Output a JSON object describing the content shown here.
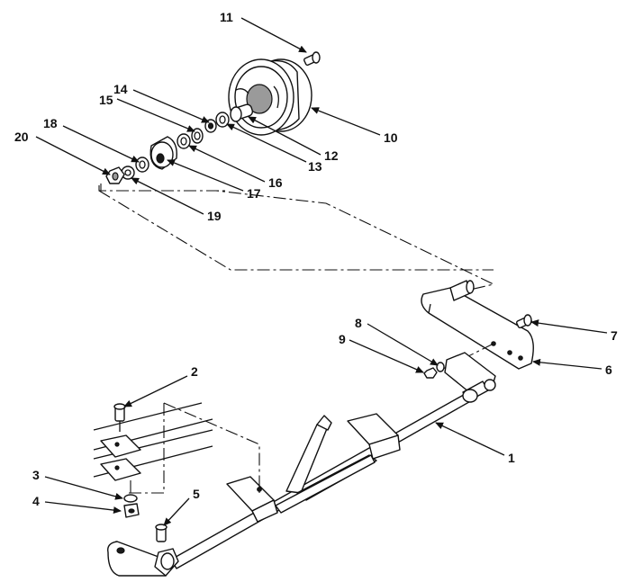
{
  "callouts": {
    "c1": "1",
    "c2": "2",
    "c3": "3",
    "c4": "4",
    "c5": "5",
    "c6": "6",
    "c7": "7",
    "c8": "8",
    "c9": "9",
    "c10": "10",
    "c11": "11",
    "c12": "12",
    "c13": "13",
    "c14": "14",
    "c15": "15",
    "c16": "16",
    "c17": "17",
    "c18": "18",
    "c19": "19",
    "c20": "20"
  },
  "colors": {
    "ink": "#111111",
    "paper": "#ffffff",
    "shade": "#9a9a9a"
  }
}
